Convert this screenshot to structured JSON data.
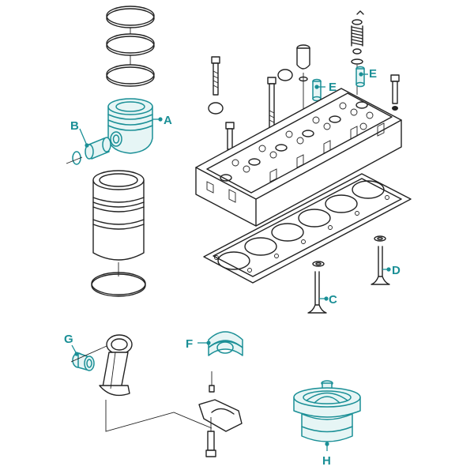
{
  "labels": {
    "a": "A",
    "b": "B",
    "c": "C",
    "d": "D",
    "e": "E",
    "f": "F",
    "g": "G",
    "h": "H"
  },
  "colors": {
    "accent": "#1a8f96",
    "line": "#222222",
    "background": "#ffffff"
  }
}
